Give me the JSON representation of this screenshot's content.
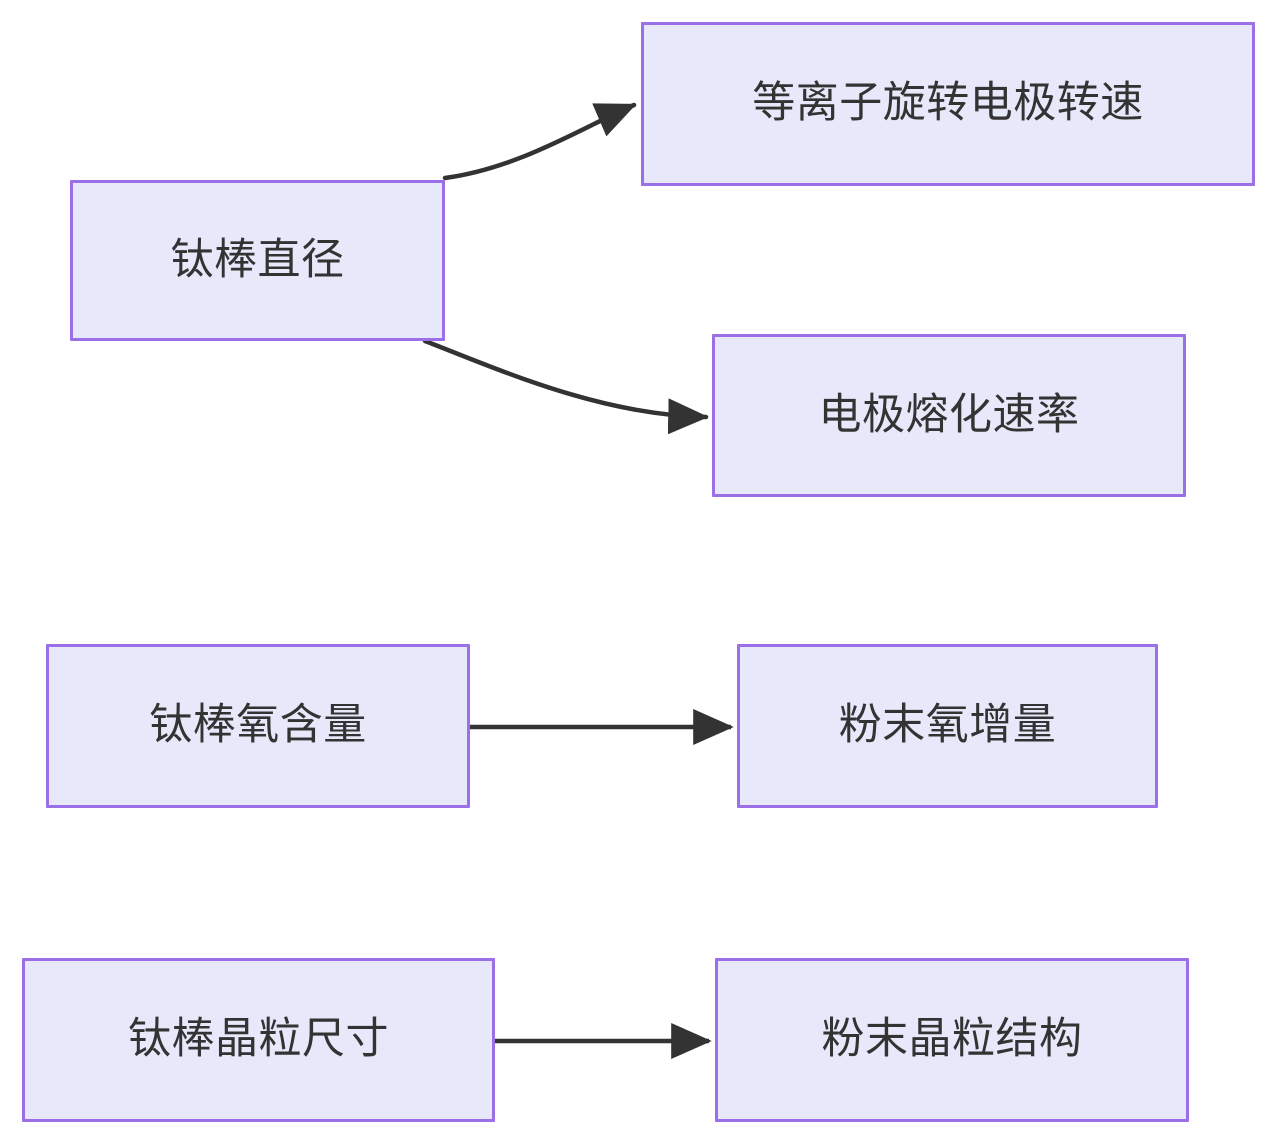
{
  "diagram": {
    "type": "flowchart",
    "direction": "left-to-right",
    "colors": {
      "node_fill": "#e8e8fb",
      "node_border": "#9a6fe8",
      "node_text": "#333333",
      "edge_stroke": "#333333",
      "background": "#ffffff"
    },
    "nodes": [
      {
        "id": "rod-diameter",
        "label": "钛棒直径"
      },
      {
        "id": "prep-speed",
        "label": "等离子旋转电极转速"
      },
      {
        "id": "melt-rate",
        "label": "电极熔化速率"
      },
      {
        "id": "rod-oxygen",
        "label": "钛棒氧含量"
      },
      {
        "id": "powder-oxygen",
        "label": "粉末氧增量"
      },
      {
        "id": "rod-grain",
        "label": "钛棒晶粒尺寸"
      },
      {
        "id": "powder-grain",
        "label": "粉末晶粒结构"
      }
    ],
    "edges": [
      {
        "id": "edge-1",
        "from": "rod-diameter",
        "to": "prep-speed",
        "style": "curved",
        "arrow": "end",
        "label": ""
      },
      {
        "id": "edge-2",
        "from": "rod-diameter",
        "to": "melt-rate",
        "style": "curved",
        "arrow": "end",
        "label": ""
      },
      {
        "id": "edge-3",
        "from": "rod-oxygen",
        "to": "powder-oxygen",
        "style": "straight",
        "arrow": "end",
        "label": ""
      },
      {
        "id": "edge-4",
        "from": "rod-grain",
        "to": "powder-grain",
        "style": "straight",
        "arrow": "end",
        "label": ""
      }
    ]
  }
}
